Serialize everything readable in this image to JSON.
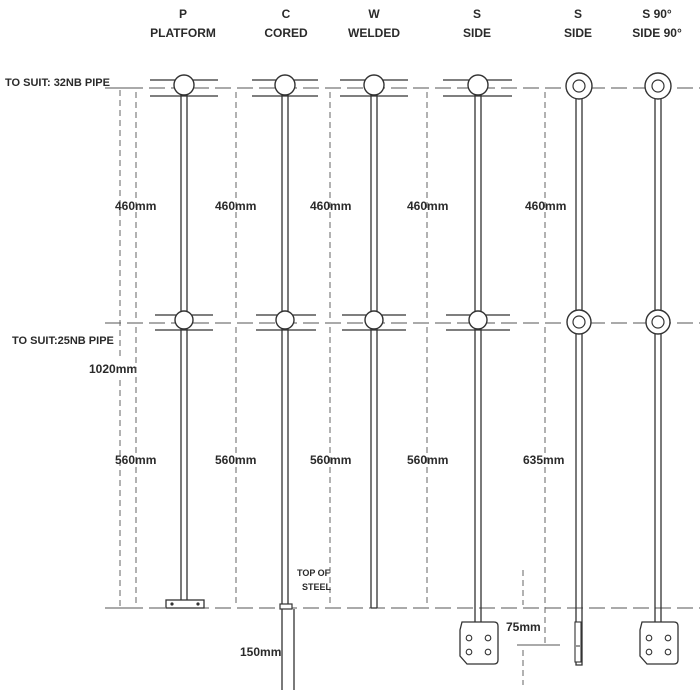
{
  "columns": [
    {
      "code": "P",
      "name": "PLATFORM"
    },
    {
      "code": "C",
      "name": "CORED"
    },
    {
      "code": "W",
      "name": "WELDED"
    },
    {
      "code": "S",
      "name": "SIDE"
    },
    {
      "code": "S",
      "name": "SIDE"
    },
    {
      "code": "S 90°",
      "name": "SIDE 90°"
    }
  ],
  "pipe_labels": {
    "top": "TO SUIT: 32NB PIPE",
    "middle": "TO SUIT:25NB PIPE"
  },
  "dimensions": {
    "overall": "1020mm",
    "upper": "460mm",
    "lower": "560mm",
    "lower_side": "635mm",
    "core_depth": "150mm",
    "side_offset": "75mm"
  },
  "annotations": {
    "top_of_steel_line1": "TOP OF",
    "top_of_steel_line2": "STEEL"
  }
}
